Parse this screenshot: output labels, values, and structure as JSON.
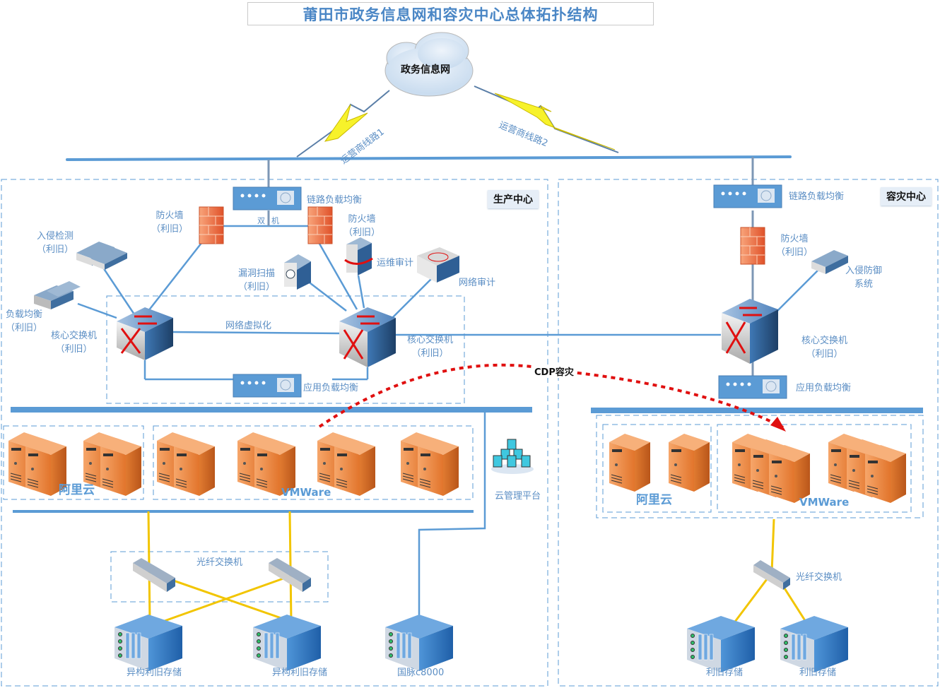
{
  "title": "莆田市政务信息网和容灾中心总体拓扑结构",
  "cloud": {
    "label": "政务信息网"
  },
  "links": {
    "line1": "运营商线路1",
    "line2": "运营商线路2"
  },
  "colors": {
    "accent": "#5b9bd5",
    "label": "#5b8ec4",
    "title": "#4a86c5",
    "cdp": "#e01010",
    "fiber": "#f2c500",
    "server": "#e8782e",
    "storage": "#3d7fc4"
  },
  "production": {
    "zone_title": "生产中心",
    "link_lb": "链路负载均衡",
    "dual": [
      "双",
      "机"
    ],
    "firewall_left": [
      "防火墙",
      "（利旧）"
    ],
    "firewall_right": [
      "防火墙",
      "（利旧）"
    ],
    "ids": [
      "入侵检测",
      "（利旧）"
    ],
    "load_balance": [
      "负载均衡",
      "（利旧）"
    ],
    "core_left": [
      "核心交换机",
      "（利旧）"
    ],
    "core_right": [
      "核心交换机",
      "（利旧）"
    ],
    "vuln_scan": [
      "漏洞扫描",
      "（利旧）"
    ],
    "ops_audit": "运维审计",
    "net_audit": "网络审计",
    "net_virt": "网络虚拟化",
    "app_lb": "应用负载均衡",
    "aliyun": "阿里云",
    "vmware": "VMWare",
    "cloud_mgmt": "云管理平台",
    "fiber_switch": "光纤交换机",
    "storage": [
      "异构利旧存储",
      "异构利旧存储",
      "国脉c8000"
    ]
  },
  "disaster": {
    "zone_title": "容灾中心",
    "link_lb": "链路负载均衡",
    "firewall": [
      "防火墙",
      "（利旧）"
    ],
    "ips": [
      "入侵防御",
      "系统"
    ],
    "core": [
      "核心交换机",
      "（利旧）"
    ],
    "app_lb": "应用负载均衡",
    "aliyun": "阿里云",
    "vmware": "VMWare",
    "fiber_switch": "光纤交换机",
    "storage": [
      "利旧存储",
      "利旧存储"
    ]
  },
  "cdp": {
    "label": "CDP容灾"
  }
}
